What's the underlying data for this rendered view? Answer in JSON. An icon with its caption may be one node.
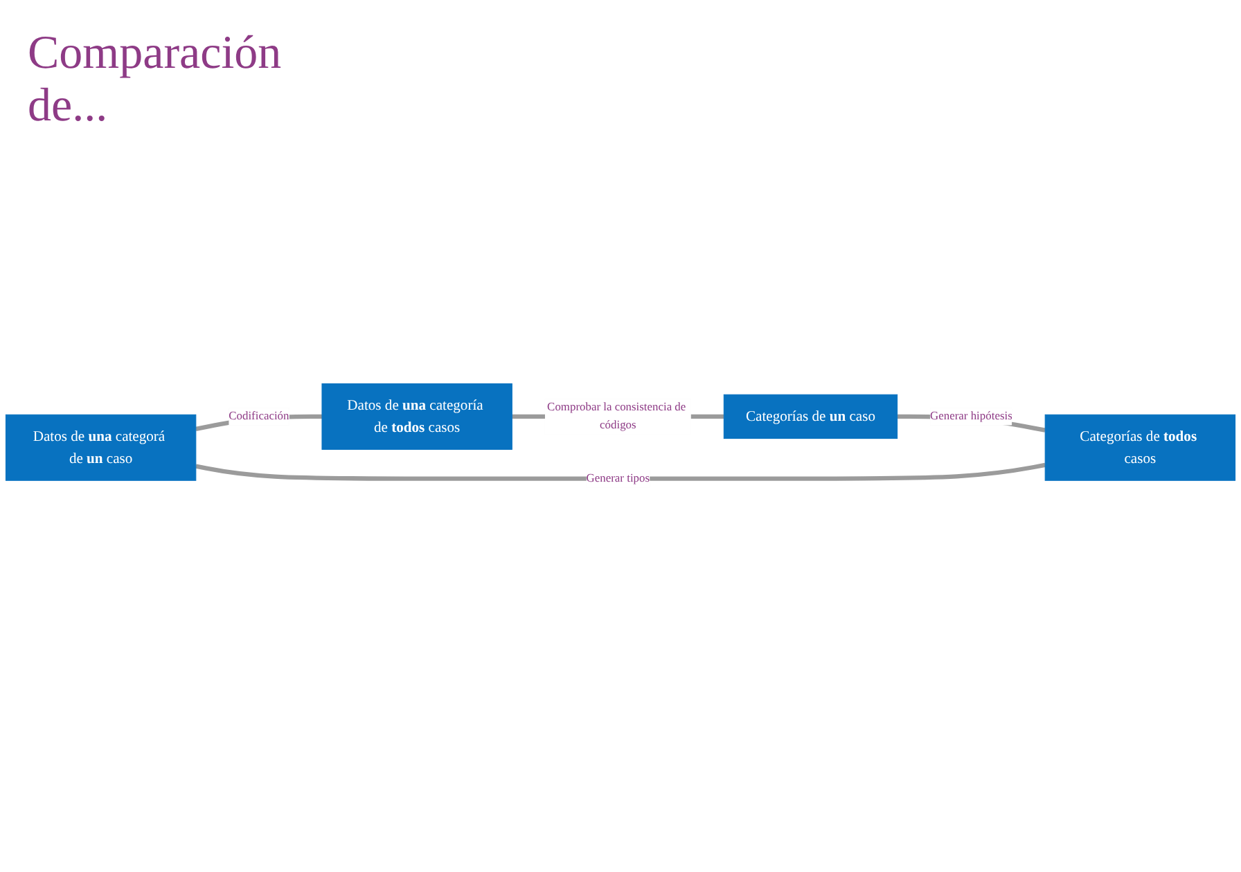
{
  "diagram": {
    "nodes": [
      {
        "text": [
          "Datos de **una** categorá de **un** caso"
        ]
      },
      {
        "text": [
          "Datos de **una** categoría de **todos** casos"
        ]
      },
      {
        "text": [
          "Categorías de **un** caso"
        ]
      },
      {
        "text": [
          "Categorías de **todos** casos"
        ]
      }
    ],
    "edges": [
      {
        "from": 0,
        "to": 1,
        "arrow": "none",
        "label": "Codificación"
      },
      {
        "from": 1,
        "to": 2,
        "arrow": "none",
        "label": "Comprobar la consistencia de códigos"
      },
      {
        "from": 2,
        "to": 3,
        "arrow": "none",
        "label": "Generar hipótesis"
      },
      {
        "from": 3,
        "to": 0,
        "arrow": "none",
        "label": "Generar tipos"
      }
    ],
    "labels": [
      "Comparación de..."
    ]
  }
}
